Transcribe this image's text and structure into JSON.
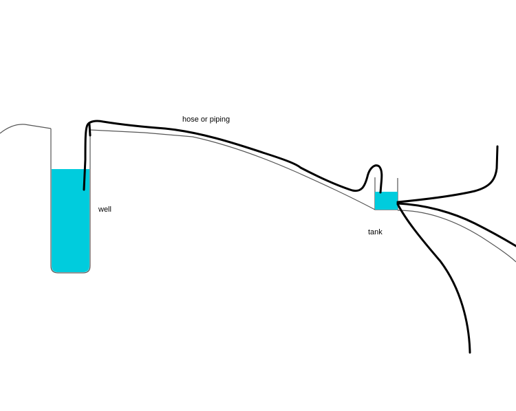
{
  "labels": {
    "hose": "hose  or piping",
    "well": "well",
    "tank": "tank"
  },
  "colors": {
    "water": "#00ccdd",
    "ground_line": "#555555",
    "pipe": "#000000",
    "background": "#ffffff"
  }
}
